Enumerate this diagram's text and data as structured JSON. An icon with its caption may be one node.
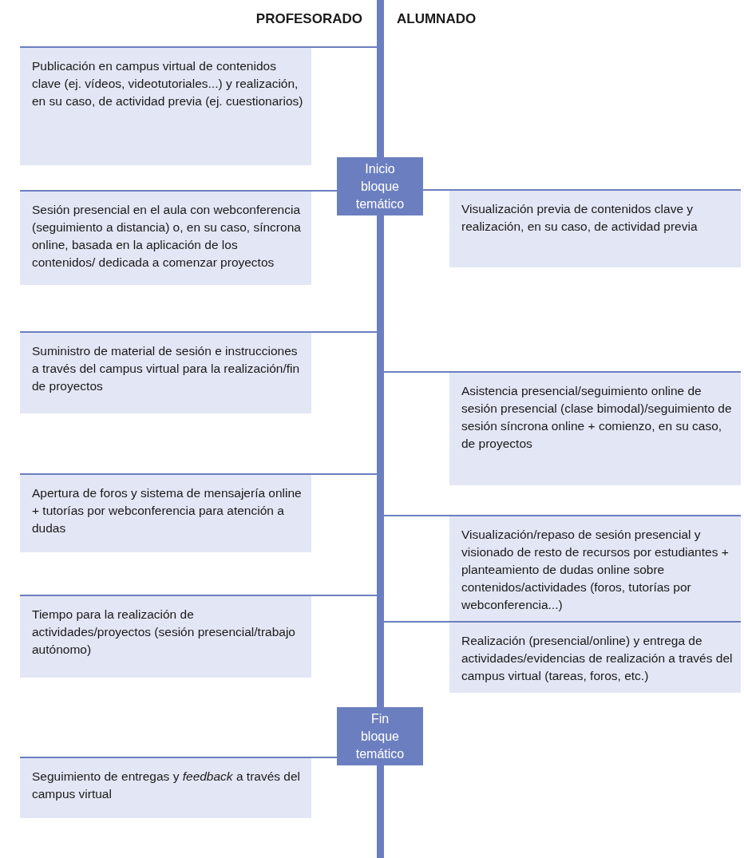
{
  "diagram": {
    "nodes": [
      {
        "text": [],
        "shape": "bar"
      },
      {
        "text": [
          "Publicación en campus virtual de contenidos clave (ej. vídeos, videotutoriales...) y realización, en su caso, de actividad previa (ej. cuestionarios)"
        ]
      },
      {
        "text": [
          "Inicio bloque temático"
        ]
      },
      {
        "text": [
          "Sesión presencial en el aula con webconferencia (seguimiento a distancia) o, en su caso, síncrona online, basada en la aplicación de los contenidos/ dedicada a comenzar proyectos"
        ]
      },
      {
        "text": [
          "Visualización previa de contenidos clave y realización, en su caso, de actividad previa"
        ]
      },
      {
        "text": [
          "Suministro de material de sesión e instrucciones a través del campus virtual para la realización/fin de proyectos"
        ]
      },
      {
        "text": [
          "Asistencia presencial/seguimiento online de sesión presencial (clase bimodal)/seguimiento de sesión síncrona online + comienzo, en su caso, de proyectos"
        ]
      },
      {
        "text": [
          "Apertura de foros y sistema de mensajería online + tutorías por webconferencia para atención a dudas"
        ]
      },
      {
        "text": [
          "Visualización/repaso de sesión presencial y visionado de resto de recursos por estudiantes + planteamiento de dudas online sobre contenidos/actividades (foros, tutorías por webconferencia...)"
        ]
      },
      {
        "text": [
          "Tiempo para la realización de actividades/proyectos (sesión presencial/trabajo autónomo)"
        ]
      },
      {
        "text": [
          "Realización (presencial/online) y entrega de actividades/evidencias de realización a través del campus virtual (tareas, foros, etc.)"
        ]
      },
      {
        "text": [
          "Fin bloque temático"
        ]
      },
      {
        "text": [
          "Seguimiento de entregas y *feedback* a través del campus virtual"
        ]
      }
    ],
    "edges": [
      {
        "from": 1,
        "to": 0,
        "arrow": "none"
      },
      {
        "from": 3,
        "to": 2,
        "arrow": "none"
      },
      {
        "from": 4,
        "to": 2,
        "arrow": "none"
      },
      {
        "from": 5,
        "to": 0,
        "arrow": "none"
      },
      {
        "from": 6,
        "to": 0,
        "arrow": "none"
      },
      {
        "from": 7,
        "to": 0,
        "arrow": "none"
      },
      {
        "from": 8,
        "to": 0,
        "arrow": "none"
      },
      {
        "from": 9,
        "to": 0,
        "arrow": "none"
      },
      {
        "from": 10,
        "to": 0,
        "arrow": "none"
      },
      {
        "from": 12,
        "to": 11,
        "arrow": "none"
      }
    ],
    "labels": [
      "PROFESORADO",
      "ALUMNADO"
    ]
  }
}
